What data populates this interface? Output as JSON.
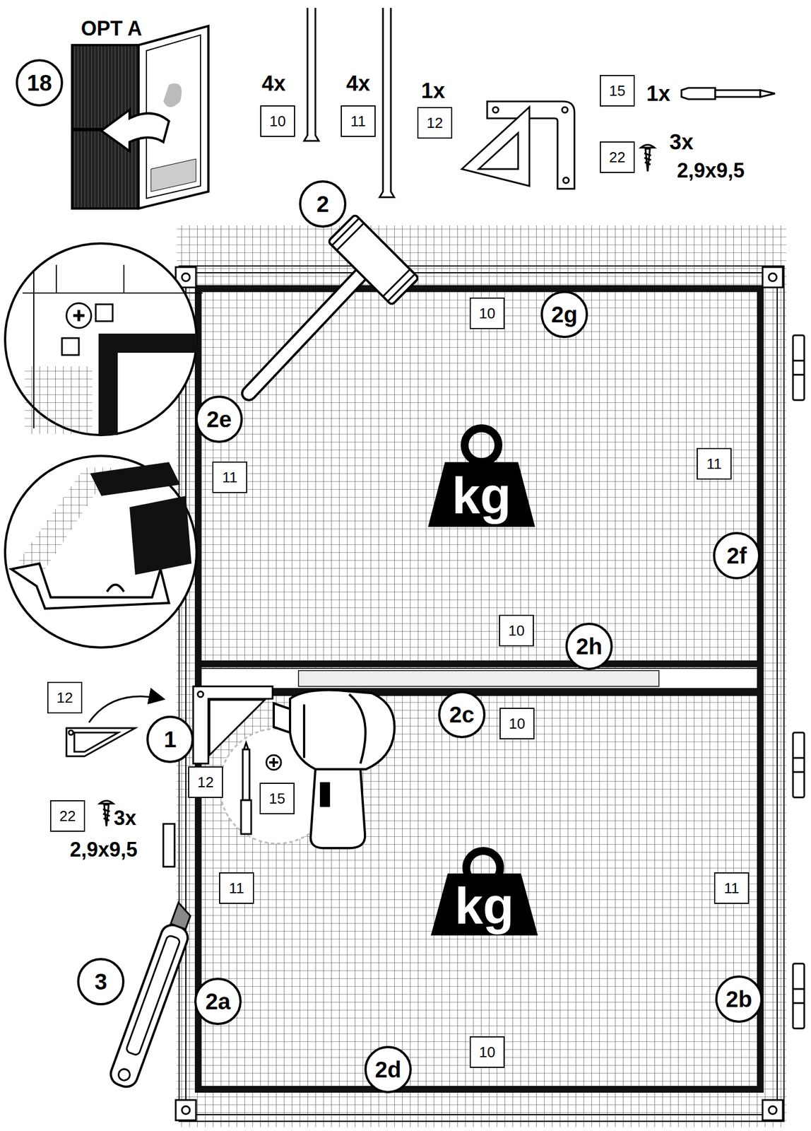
{
  "diagram": {
    "nodes": [
      {
        "text": [
          "18"
        ]
      },
      {
        "text": [
          "10"
        ]
      },
      {
        "text": [
          "11"
        ]
      },
      {
        "text": [
          "12"
        ]
      },
      {
        "text": [
          "15"
        ]
      },
      {
        "text": [
          "22"
        ]
      },
      {
        "text": [
          "2"
        ]
      },
      {
        "text": [
          "10"
        ]
      },
      {
        "text": [
          "2g"
        ]
      },
      {
        "text": [
          "2e"
        ]
      },
      {
        "text": [
          "11"
        ]
      },
      {
        "text": [
          "11"
        ]
      },
      {
        "text": [
          "2f"
        ]
      },
      {
        "text": [
          "10"
        ]
      },
      {
        "text": [
          "2h"
        ]
      },
      {
        "text": [
          "12"
        ]
      },
      {
        "text": [
          "2c"
        ]
      },
      {
        "text": [
          "10"
        ]
      },
      {
        "text": [
          "1"
        ]
      },
      {
        "text": [
          "12"
        ]
      },
      {
        "text": [
          "15"
        ]
      },
      {
        "text": [
          "22"
        ]
      },
      {
        "text": [
          "11"
        ]
      },
      {
        "text": [
          "11"
        ]
      },
      {
        "text": [
          "3"
        ]
      },
      {
        "text": [
          "2a"
        ]
      },
      {
        "text": [
          "2b"
        ]
      },
      {
        "text": [
          "2d"
        ]
      },
      {
        "text": [
          "10"
        ]
      }
    ],
    "labels": [
      "OPT A",
      "4x",
      "4x",
      "1x",
      "1x",
      "3x",
      "2,9x9,5",
      "kg",
      "kg",
      "3x",
      "2,9x9,5"
    ]
  }
}
